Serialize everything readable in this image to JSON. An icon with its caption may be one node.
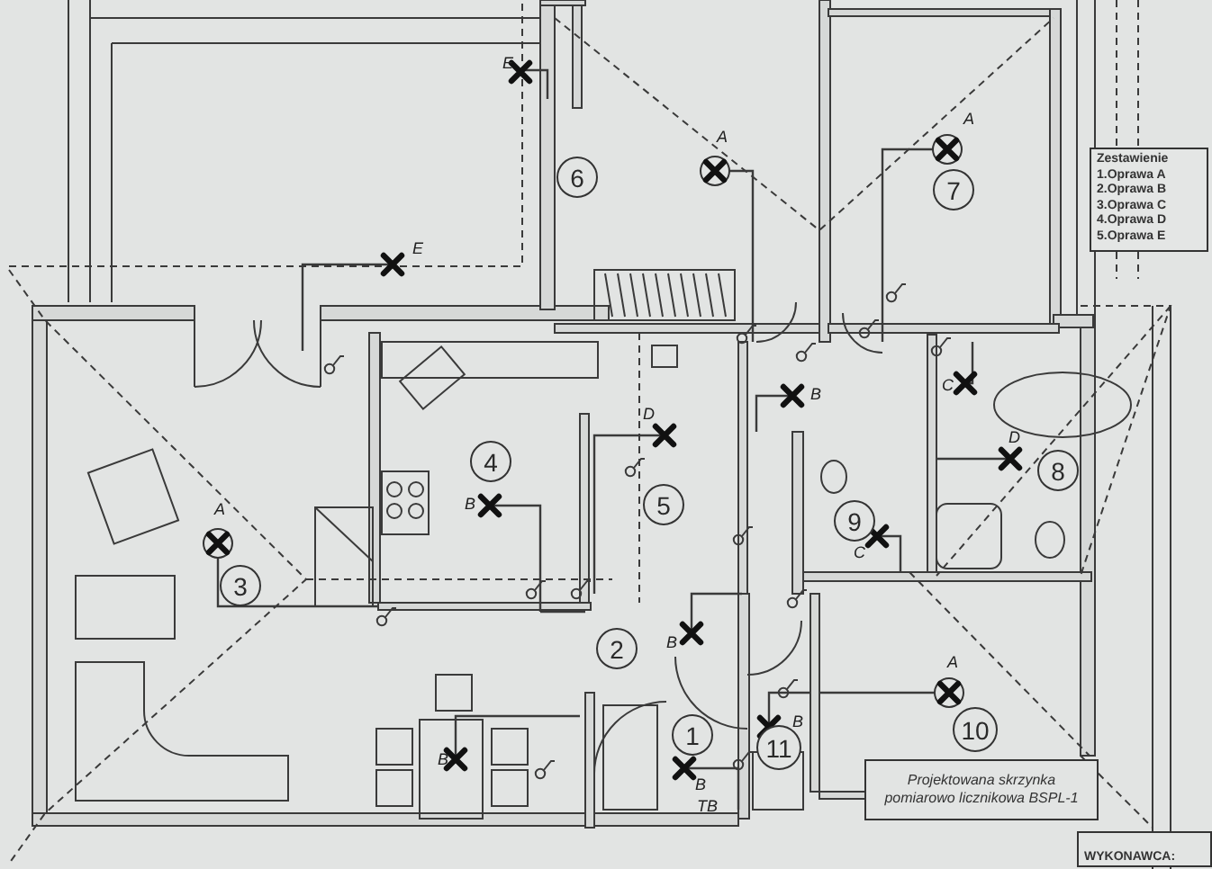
{
  "diagram": {
    "nodes": [
      {
        "text": [
          "6"
        ]
      },
      {
        "text": [
          "7"
        ]
      },
      {
        "text": [
          "Zestawienie",
          "1.Oprawa A",
          "2.Oprawa B",
          "3.Oprawa C",
          "4.Oprawa D",
          "5.Oprawa E"
        ]
      },
      {
        "text": [
          "4"
        ]
      },
      {
        "text": [
          "8"
        ]
      },
      {
        "text": [
          "5"
        ]
      },
      {
        "text": [
          "9"
        ]
      },
      {
        "text": [
          "3"
        ]
      },
      {
        "text": [
          "2"
        ]
      },
      {
        "text": [
          "10"
        ]
      },
      {
        "text": [
          "1"
        ]
      },
      {
        "text": [
          "11"
        ]
      },
      {
        "text": [
          "Projektowana skrzynka pomiarowo licznikowa BSPL-1"
        ]
      },
      {
        "text": [
          "WYKONAWCA:"
        ]
      }
    ],
    "labels": [
      "E",
      "A",
      "A",
      "E",
      "C",
      "B",
      "D",
      "D",
      "B",
      "A",
      "C",
      "B",
      "A",
      "B",
      "B",
      "B",
      "TB"
    ]
  }
}
